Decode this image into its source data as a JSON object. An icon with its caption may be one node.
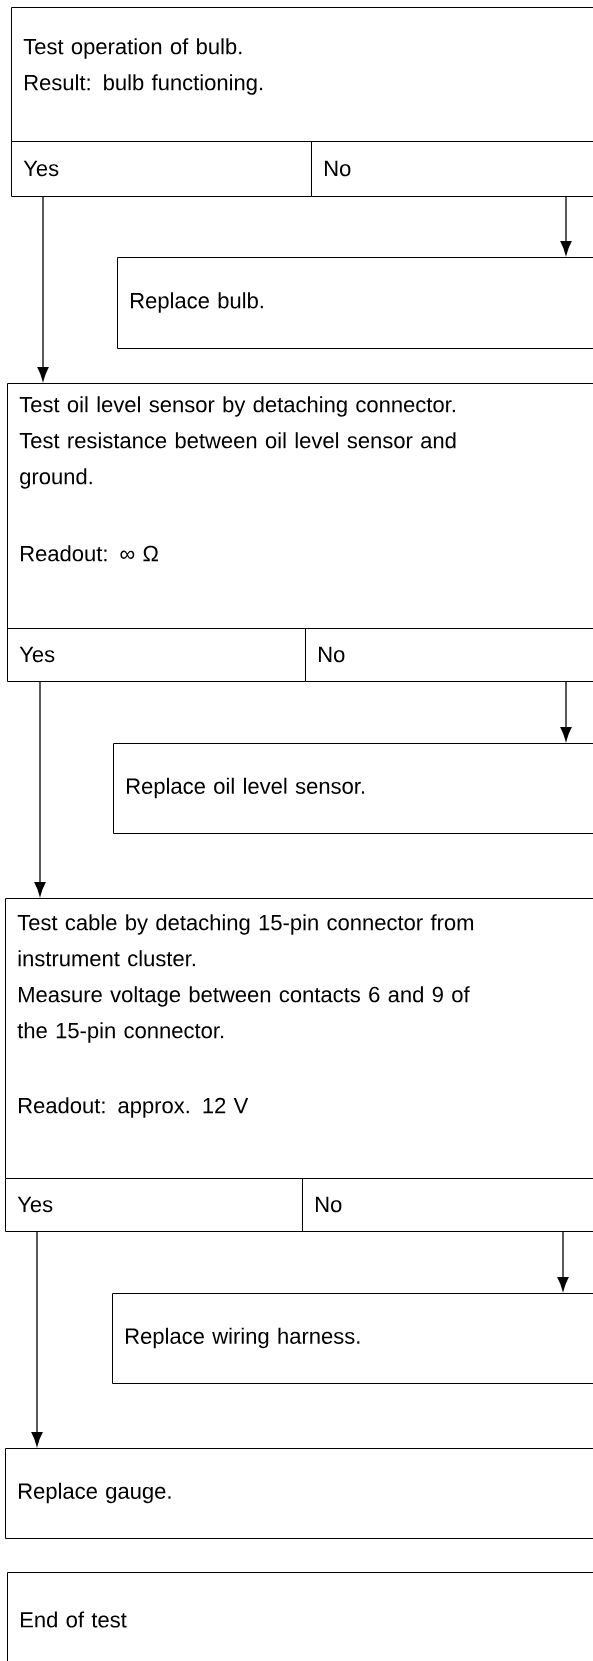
{
  "diagram": {
    "nodes": [
      {
        "text": [
          "Test operation of bulb.",
          "Result: bulb functioning."
        ]
      },
      {
        "text": [
          "Yes"
        ]
      },
      {
        "text": [
          "No"
        ]
      },
      {
        "text": [
          "Replace bulb."
        ]
      },
      {
        "text": [
          "Test oil level sensor by detaching connector. Test resistance between oil level sensor and ground.",
          "Readout: ∞ Ω"
        ]
      },
      {
        "text": [
          "Yes"
        ]
      },
      {
        "text": [
          "No"
        ]
      },
      {
        "text": [
          "Replace oil level sensor."
        ]
      },
      {
        "text": [
          "Test cable by detaching 15-pin connector from instrument cluster.",
          "Measure voltage between contacts 6 and 9 of the 15-pin connector.",
          "Readout: approx. 12 V"
        ]
      },
      {
        "text": [
          "Yes"
        ]
      },
      {
        "text": [
          "No"
        ]
      },
      {
        "text": [
          "Replace wiring harness."
        ]
      },
      {
        "text": [
          "Replace gauge."
        ]
      },
      {
        "text": [
          "End of test"
        ]
      }
    ],
    "edges": [
      {
        "from": 1,
        "to": 4,
        "arrow": "to"
      },
      {
        "from": 2,
        "to": 3,
        "arrow": "to"
      },
      {
        "from": 5,
        "to": 8,
        "arrow": "to"
      },
      {
        "from": 6,
        "to": 7,
        "arrow": "to"
      },
      {
        "from": 9,
        "to": 12,
        "arrow": "to"
      },
      {
        "from": 10,
        "to": 11,
        "arrow": "to"
      }
    ]
  }
}
